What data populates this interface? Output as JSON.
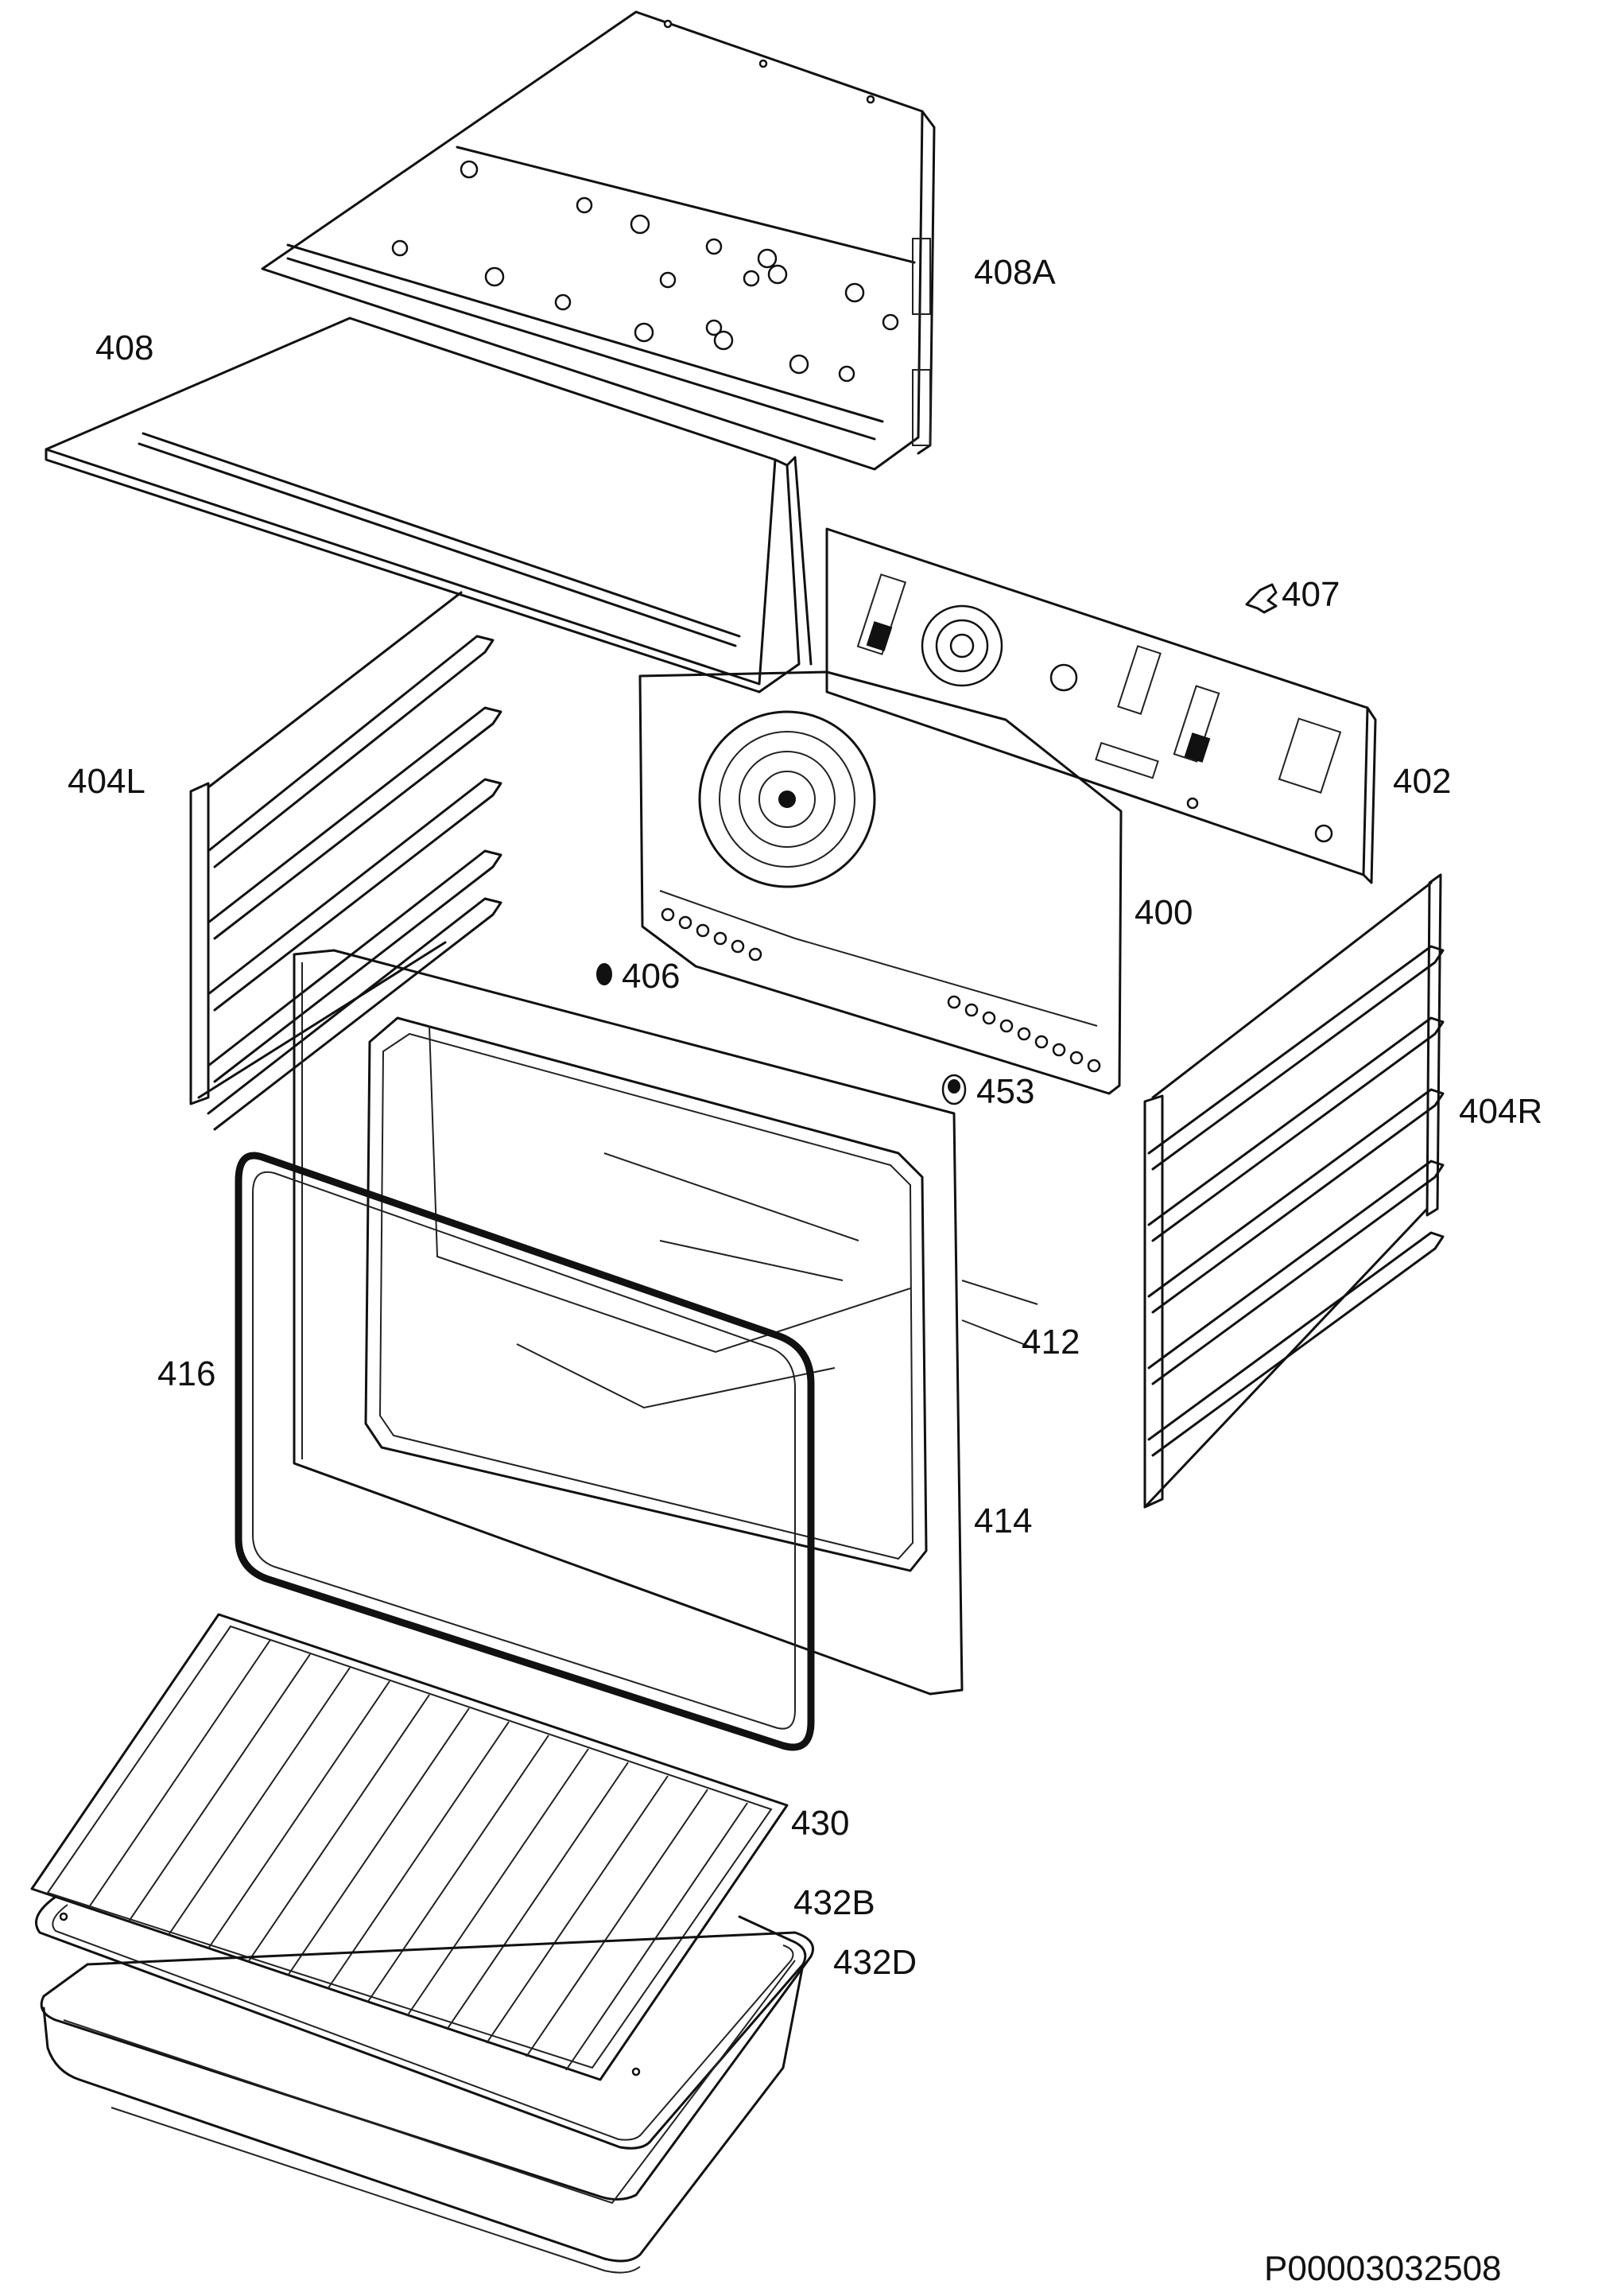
{
  "labels": {
    "l408A": "408A",
    "l408": "408",
    "l407": "407",
    "l402": "402",
    "l404L": "404L",
    "l400": "400",
    "l406": "406",
    "l453": "453",
    "l404R": "404R",
    "l412": "412",
    "l416": "416",
    "l414": "414",
    "l430": "430",
    "l432B": "432B",
    "l432D": "432D"
  },
  "drawing_code": "P00003032508"
}
